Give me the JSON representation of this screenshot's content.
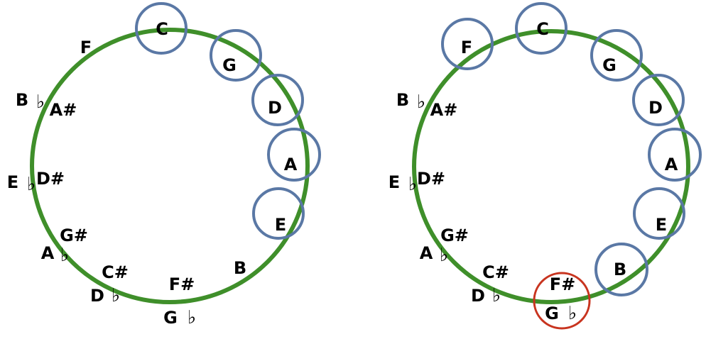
{
  "colors": {
    "ring": "#3f8f2a",
    "bubble": "#5a78a5",
    "highlight": "#c8341f"
  },
  "diagrams": [
    {
      "name": "left",
      "labels": {
        "c": "C",
        "g": "G",
        "d": "D",
        "a": "A",
        "e": "E",
        "b": "B",
        "fsharp": "F#",
        "gflat_letter": "G",
        "gflat_acc": "♭",
        "csharp": "C#",
        "dflat_letter": "D",
        "dflat_acc": "♭",
        "gsharp": "G#",
        "aflat_letter": "A",
        "aflat_acc": "♭",
        "dsharp": "D#",
        "eflat_letter": "E",
        "eflat_acc": "♭",
        "asharp": "A#",
        "bflat_letter": "B",
        "bflat_acc": "♭",
        "f": "F"
      }
    },
    {
      "name": "right",
      "labels": {
        "c": "C",
        "g": "G",
        "d": "D",
        "a": "A",
        "e": "E",
        "b": "B",
        "fsharp": "F#",
        "gflat_letter": "G",
        "gflat_acc": "♭",
        "csharp": "C#",
        "dflat_letter": "D",
        "dflat_acc": "♭",
        "gsharp": "G#",
        "aflat_letter": "A",
        "aflat_acc": "♭",
        "dsharp": "D#",
        "eflat_letter": "E",
        "eflat_acc": "♭",
        "asharp": "A#",
        "bflat_letter": "B",
        "bflat_acc": "♭",
        "f": "F"
      }
    }
  ]
}
